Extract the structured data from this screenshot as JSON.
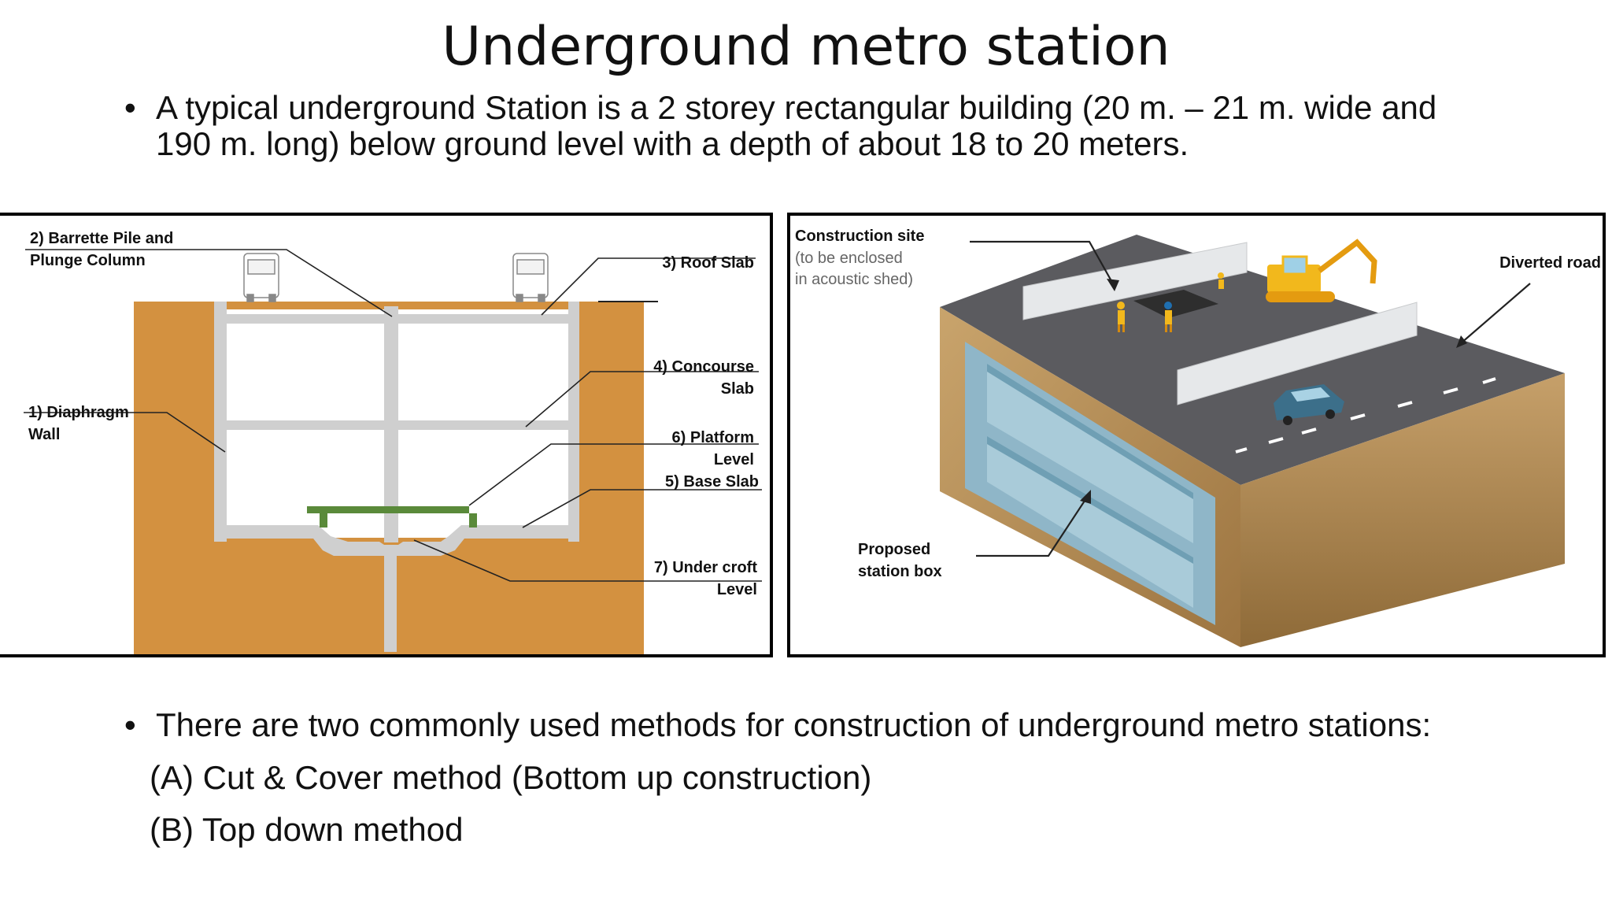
{
  "title": "Underground metro station",
  "intro": {
    "bullet": "•",
    "line1": "A typical underground Station is a 2 storey rectangular building (20 m. – 21 m. wide and",
    "line2": "190 m. long) below ground level with a depth of about 18 to 20 meters."
  },
  "left_figure": {
    "labels": {
      "barrette_1": "2) Barrette Pile and",
      "barrette_2": "Plunge Column",
      "roof": "3) Roof Slab",
      "concourse_1": "4) Concourse",
      "concourse_2": "Slab",
      "diaphragm_1": "1) Diaphragm",
      "diaphragm_2": "Wall",
      "platform_1": "6) Platform",
      "platform_2": "Level",
      "base": "5) Base Slab",
      "undercroft_1": "7) Under croft",
      "undercroft_2": "Level"
    },
    "colors": {
      "soil": "#d39140",
      "concrete": "#cfcfcf",
      "platform": "#5a8a3a"
    }
  },
  "right_figure": {
    "labels": {
      "site": "Construction site",
      "site_note_1": "(to be enclosed",
      "site_note_2": "in acoustic shed)",
      "road": "Diverted road",
      "box_1": "Proposed",
      "box_2": "station box"
    },
    "colors": {
      "asphalt": "#5b5b5f",
      "soil": "#b38a55",
      "box": "#8fb6c8"
    }
  },
  "methods": {
    "bullet": "•",
    "intro": "There are two commonly used methods for construction of underground metro stations:",
    "a": "(A) Cut & Cover method (Bottom up construction)",
    "b": "(B) Top down method"
  }
}
